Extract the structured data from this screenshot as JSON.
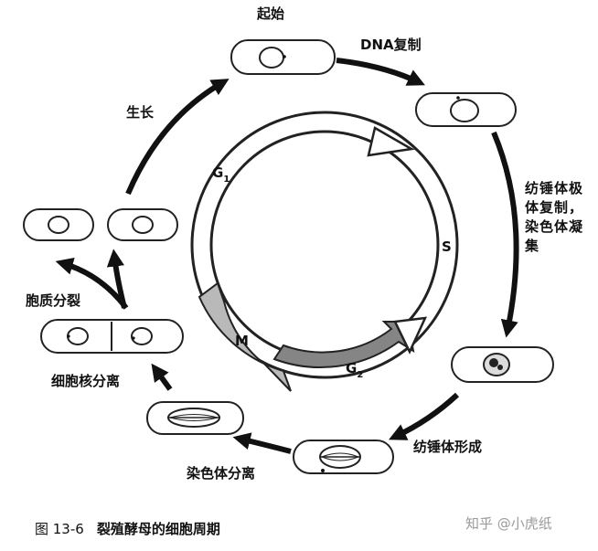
{
  "stages": {
    "start": "起始",
    "dna_replication": "DNA复制",
    "spindle_pole_body": "纺锤体极体复制，染色体凝集",
    "spindle_formation": "纺锤体形成",
    "chromosome_separation": "染色体分离",
    "nuclear_division": "细胞核分离",
    "cytokinesis": "胞质分裂",
    "growth": "生长"
  },
  "phases": {
    "g1": "G",
    "g1_sub": "1",
    "s": "S",
    "g2": "G",
    "g2_sub": "2",
    "m": "M"
  },
  "caption": {
    "figure_number": "图 13-6",
    "title": "裂殖酵母的细胞周期"
  },
  "watermark": "知乎 @小虎纸"
}
